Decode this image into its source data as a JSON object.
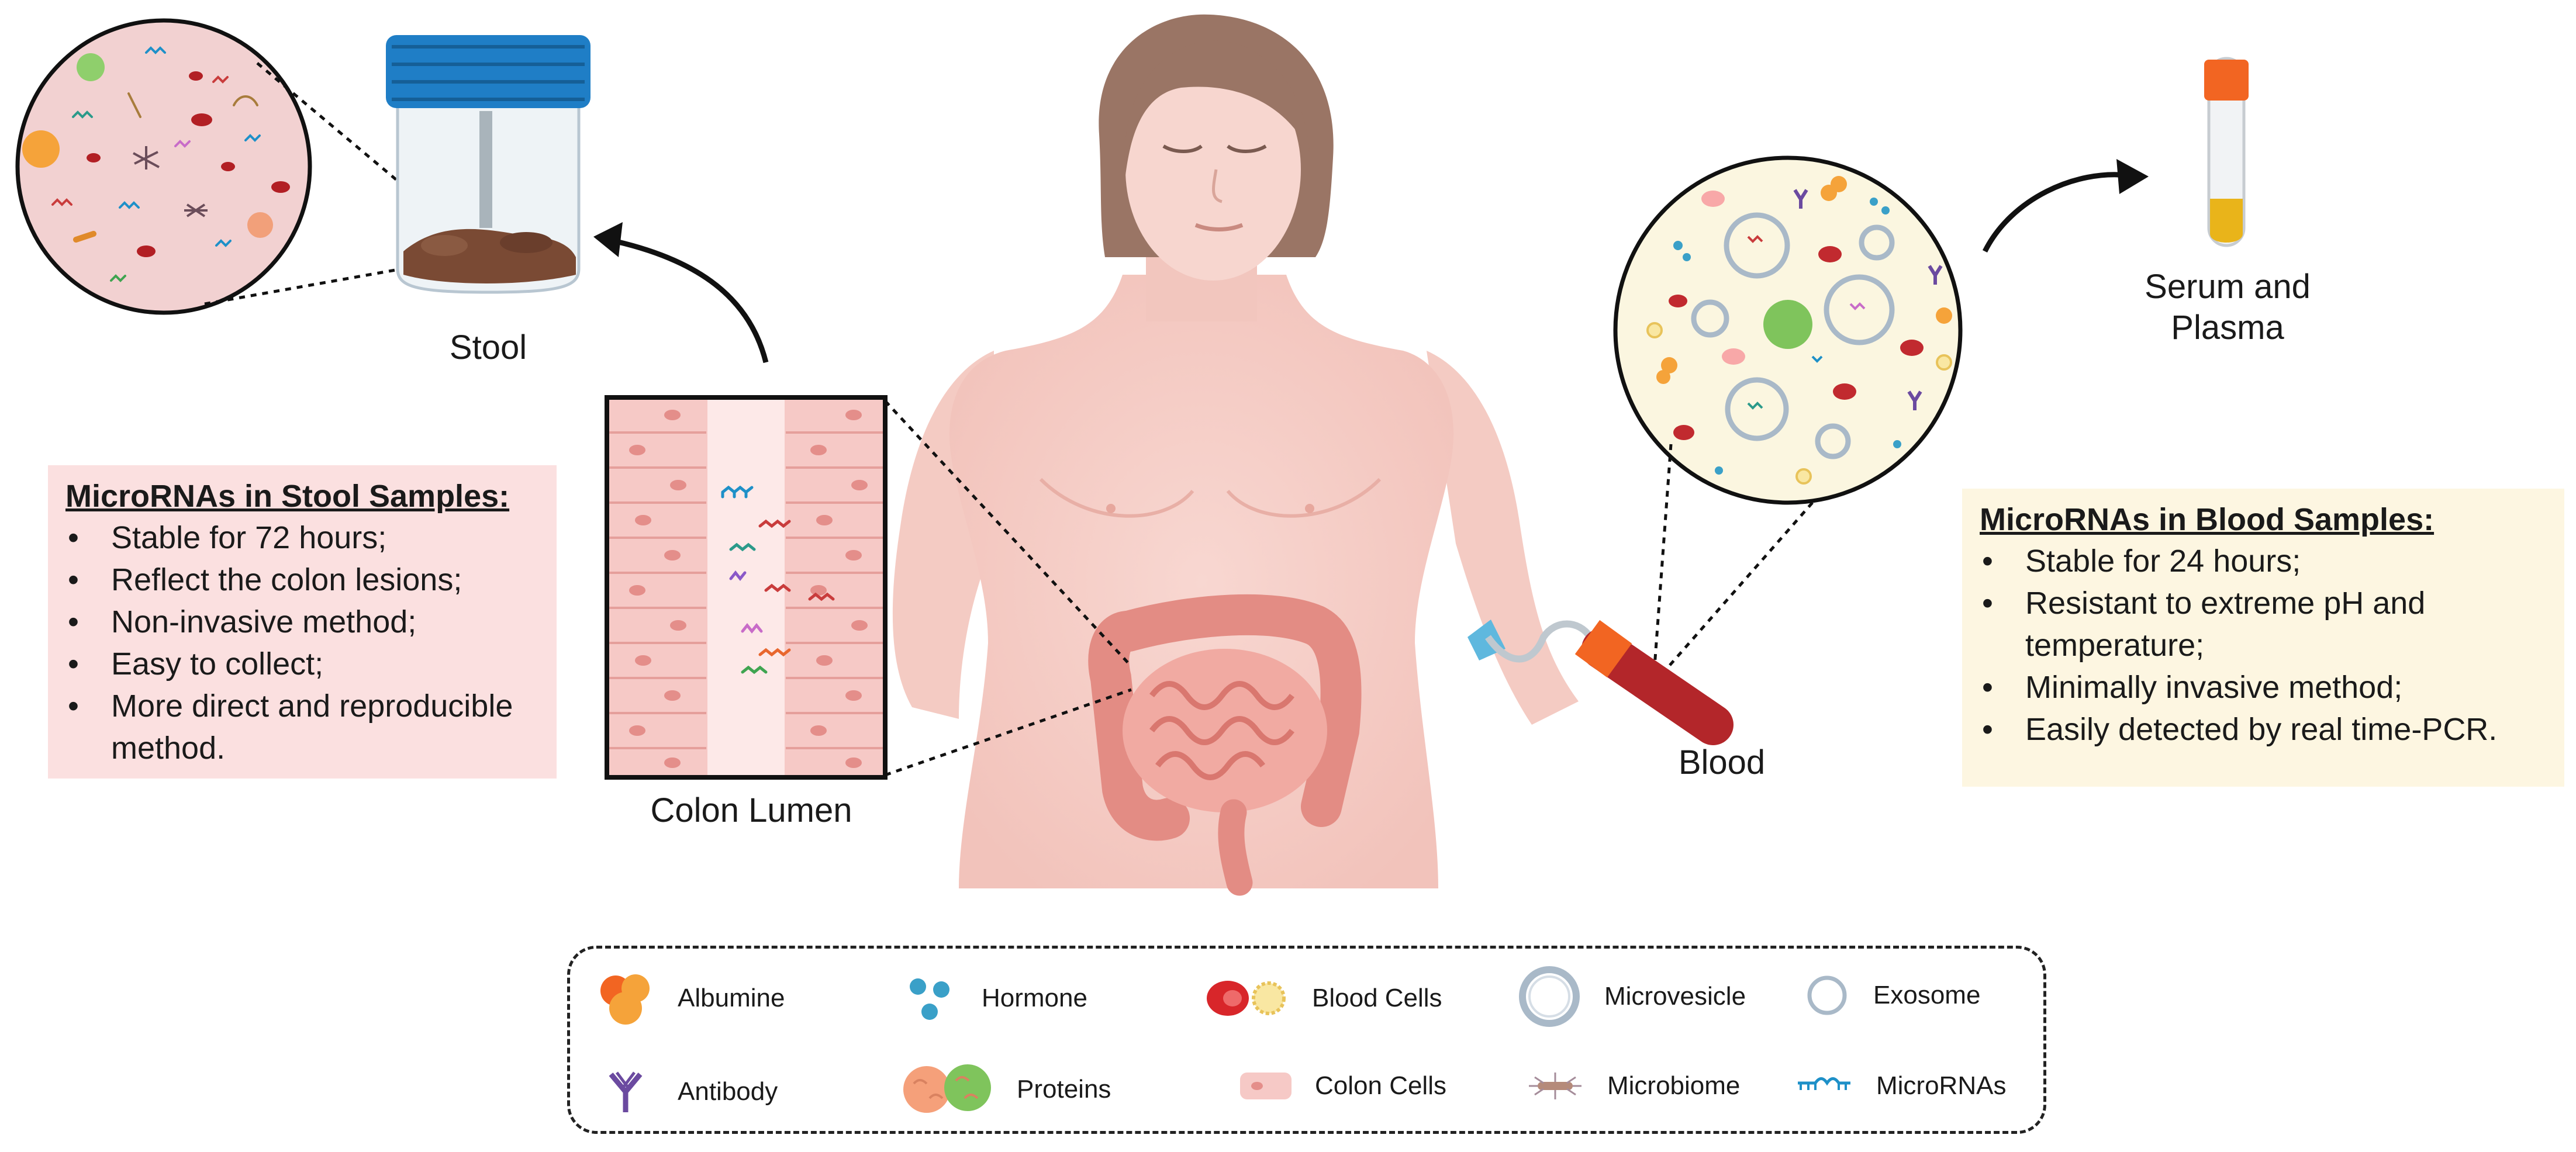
{
  "labels": {
    "stool": "Stool",
    "colon_lumen": "Colon Lumen",
    "blood": "Blood",
    "serum_plasma_line1": "Serum and",
    "serum_plasma_line2": "Plasma"
  },
  "stool_box": {
    "title": "MicroRNAs in Stool Samples:",
    "items": [
      "Stable for 72 hours;",
      "Reflect the colon lesions;",
      "Non-invasive method;",
      "Easy to collect;",
      "More direct and reproducible method."
    ]
  },
  "blood_box": {
    "title": "MicroRNAs in Blood Samples:",
    "items": [
      "Stable for 24 hours;",
      "Resistant to extreme pH and temperature;",
      "Minimally invasive method;",
      "Easily detected by real time-PCR."
    ]
  },
  "legend": [
    {
      "label": "Albumine",
      "icon": "albumine-icon"
    },
    {
      "label": "Hormone",
      "icon": "hormone-icon"
    },
    {
      "label": "Blood Cells",
      "icon": "blood-cells-icon"
    },
    {
      "label": "Microvesicle",
      "icon": "microvesicle-icon"
    },
    {
      "label": "Exosome",
      "icon": "exosome-icon"
    },
    {
      "label": "Antibody",
      "icon": "antibody-icon"
    },
    {
      "label": "Proteins",
      "icon": "proteins-icon"
    },
    {
      "label": "Colon Cells",
      "icon": "colon-cells-icon"
    },
    {
      "label": "Microbiome",
      "icon": "microbiome-icon"
    },
    {
      "label": "MicroRNAs",
      "icon": "micrornas-icon"
    }
  ],
  "colors": {
    "stool_box_bg": "#fbe0e0",
    "blood_box_bg": "#fdf6e1",
    "skin": "#f7d3cc",
    "hair": "#9a7565",
    "intestine": "#ec9e96",
    "blood_red": "#b3262a",
    "jar_lid": "#1f7ec6",
    "tube_cap": "#f26522"
  }
}
